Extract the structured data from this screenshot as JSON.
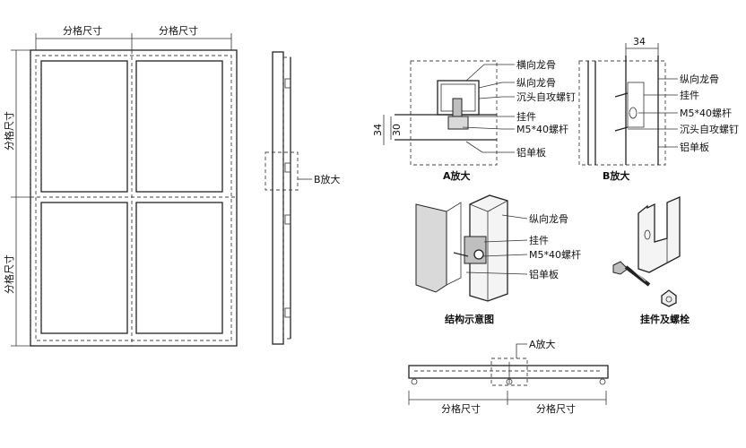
{
  "labels": {
    "grid_size": "分格尺寸",
    "b_enlarge": "B放大",
    "a_enlarge": "A放大",
    "b_caption": "B放大",
    "a_caption": "A放大",
    "structure_caption": "结构示意图",
    "hanger_bolt_caption": "挂件及螺栓",
    "horizontal_keel": "横向龙骨",
    "vertical_keel": "纵向龙骨",
    "countersunk_screw": "沉头自攻螺钉",
    "hanger": "挂件",
    "m5_bolt": "M5*40螺杆",
    "aluminum_panel": "铝单板",
    "dim_34": "34",
    "dim_30": "30"
  }
}
